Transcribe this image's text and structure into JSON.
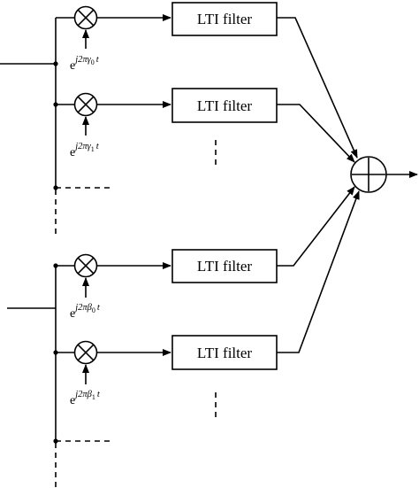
{
  "blocks": {
    "filter_label": "LTI filter"
  },
  "phasors": [
    {
      "base": "e",
      "exponent": "j2π",
      "symbol": "γ",
      "index": "0",
      "variable": "t"
    },
    {
      "base": "e",
      "exponent": "j2π",
      "symbol": "γ",
      "index": "1",
      "variable": "t"
    },
    {
      "base": "e",
      "exponent": "j2π",
      "symbol": "β",
      "index": "0",
      "variable": "t"
    },
    {
      "base": "e",
      "exponent": "j2π",
      "symbol": "β",
      "index": "1",
      "variable": "t"
    }
  ]
}
